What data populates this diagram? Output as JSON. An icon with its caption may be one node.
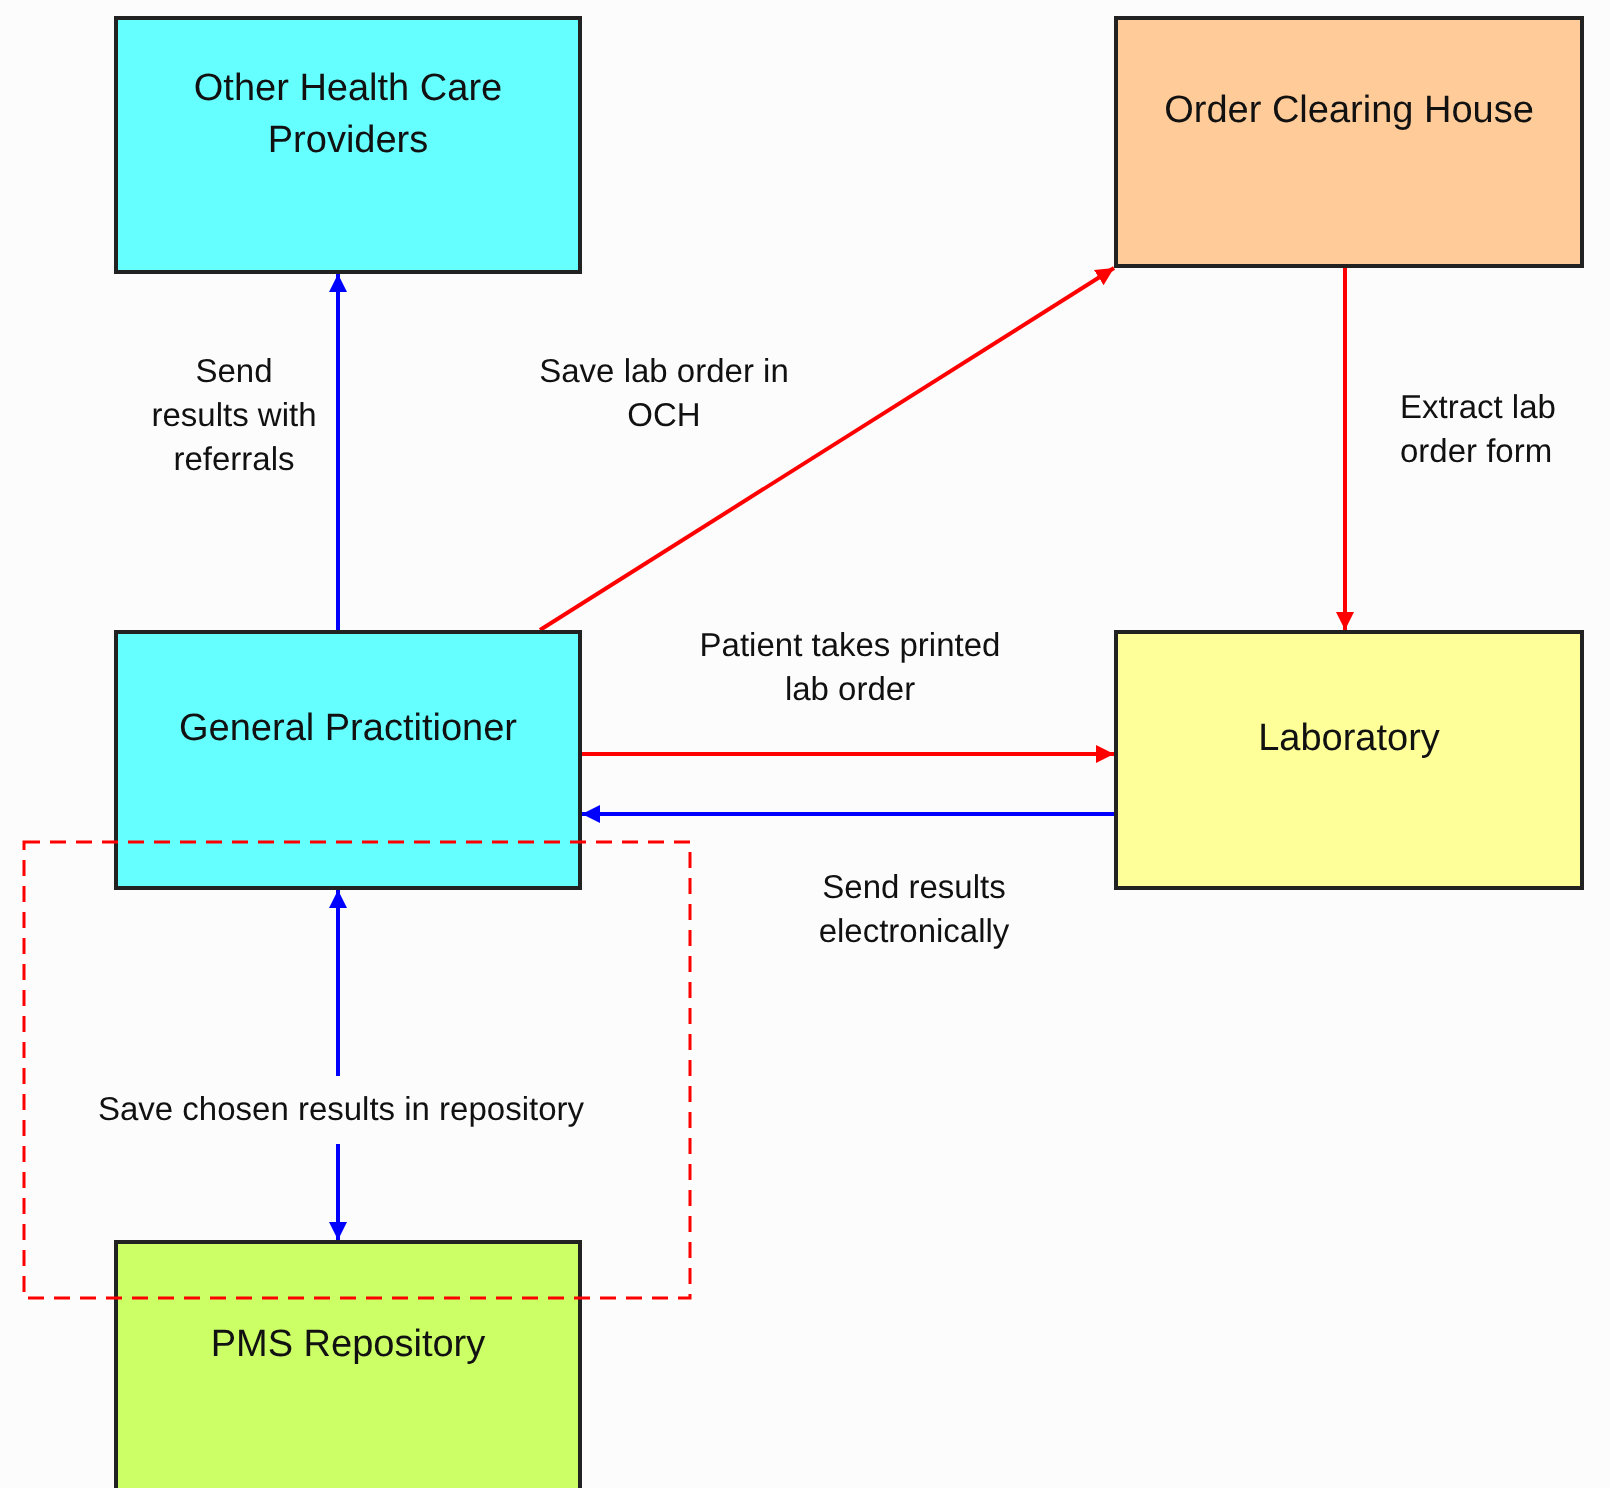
{
  "diagram": {
    "nodes": [
      {
        "text": [
          "Other Health Care Providers"
        ]
      },
      {
        "text": [
          "Order Clearing House"
        ]
      },
      {
        "text": [
          "General Practitioner"
        ]
      },
      {
        "text": [
          "Laboratory"
        ]
      },
      {
        "text": [
          "PMS Repository"
        ]
      }
    ],
    "edges": [
      {
        "from": 2,
        "to": 0,
        "arrow": "to",
        "label": "Send results with referrals",
        "color": "#0000ff"
      },
      {
        "from": 2,
        "to": 1,
        "arrow": "to",
        "label": "Save lab order in OCH",
        "color": "#ff0000"
      },
      {
        "from": 1,
        "to": 3,
        "arrow": "to",
        "label": "Extract lab order form",
        "color": "#ff0000"
      },
      {
        "from": 2,
        "to": 3,
        "arrow": "to",
        "label": "Patient takes printed lab order",
        "color": "#ff0000"
      },
      {
        "from": 3,
        "to": 2,
        "arrow": "to",
        "label": "Send results electronically",
        "color": "#0000ff"
      },
      {
        "from": 2,
        "to": 4,
        "arrow": "both",
        "label": "Save chosen results in repository",
        "color": "#0000ff"
      }
    ]
  }
}
